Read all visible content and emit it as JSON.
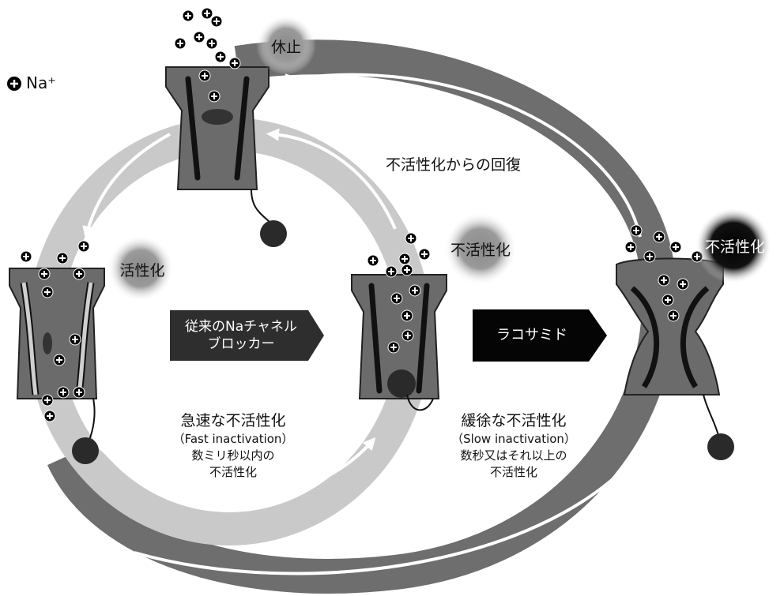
{
  "legend": {
    "icon": "plus-circle-icon",
    "label": "Na⁺"
  },
  "states": {
    "resting": "休止",
    "activated": "活性化",
    "inactivated_fast": "不活性化",
    "inactivated_slow": "不活性化"
  },
  "arrows": {
    "recovery": "不活性化からの回復"
  },
  "fast": {
    "title": "急速な不活性化",
    "english": "（Fast inactivation）",
    "desc1": "数ミリ秒以内の",
    "desc2": "不活性化"
  },
  "slow": {
    "title": "緩徐な不活性化",
    "english": "（Slow inactivation）",
    "desc1": "数秒又はそれ以上の",
    "desc2": "不活性化"
  },
  "drugs": {
    "conventional_line1": "従来のNaチャネル",
    "conventional_line2": "ブロッカー",
    "lacosamide": "ラコサミド"
  },
  "colors": {
    "inner_ring": "#c9c9c9",
    "outer_ring": "#6e6e6e",
    "channel_body": "#6b6b6b",
    "channel_dark": "#3a3a3a",
    "banner_conventional": "#2e2e2e",
    "banner_lacosamide": "#050505"
  }
}
